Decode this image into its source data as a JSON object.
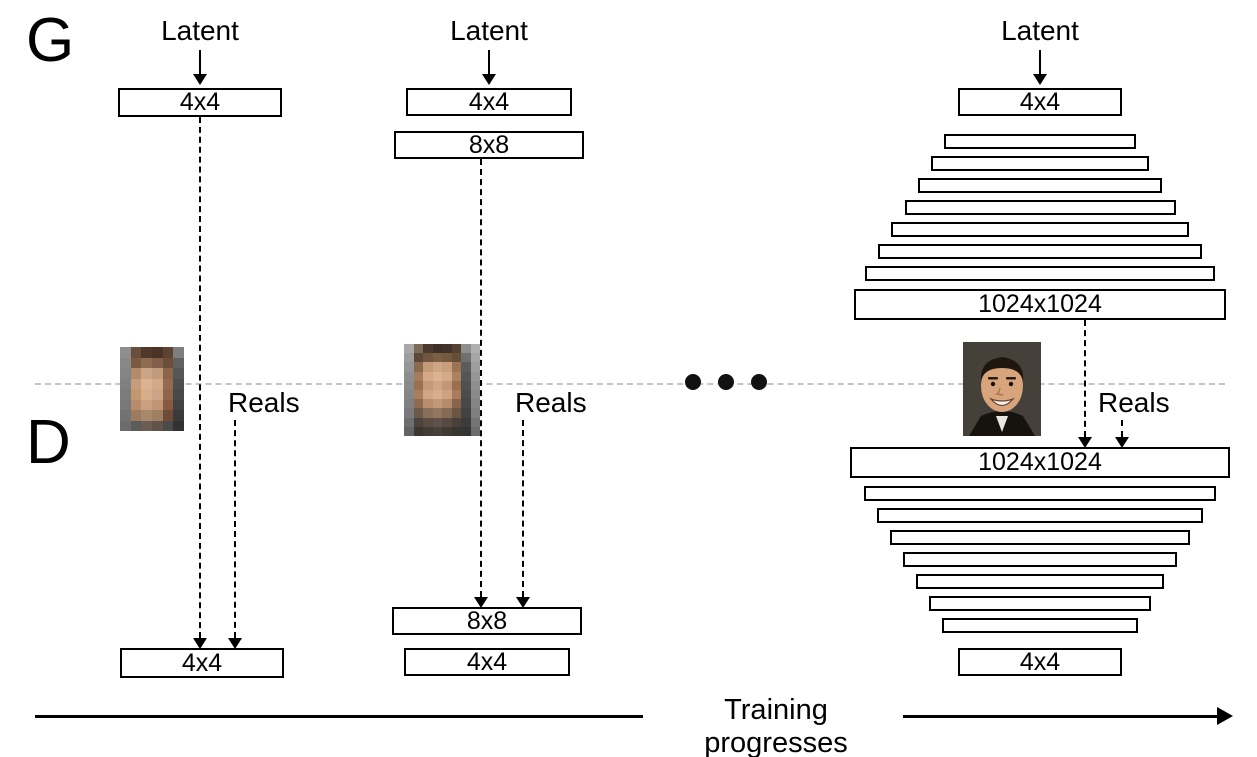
{
  "figure": {
    "generator_label": "G",
    "discriminator_label": "D",
    "latent_label": "Latent",
    "reals_label": "Reals",
    "training_label": "Training progresses"
  },
  "stage1": {
    "g_boxes": [
      "4x4"
    ],
    "d_boxes": [
      "4x4"
    ]
  },
  "stage2": {
    "g_boxes": [
      "4x4",
      "8x8"
    ],
    "d_boxes": [
      "8x8",
      "4x4"
    ]
  },
  "stage3": {
    "g_top_box": "4x4",
    "g_bottom_box": "1024x1024",
    "d_top_box": "1024x1024",
    "d_bottom_box": "4x4",
    "g_hidden_layers": 7,
    "d_hidden_layers": 7
  },
  "ellipsis": {
    "dot_count": 3
  },
  "colors": {
    "line": "#000000",
    "separator": "#c4c4c4",
    "box_fill": "#ffffff",
    "dot": "#111111"
  },
  "faces": {
    "fake_4x4": {
      "cols": 6,
      "rows": 8,
      "pixels": [
        [
          "#8e8e8e",
          "#6a503c",
          "#52382a",
          "#4a3426",
          "#5c4430",
          "#7e7e7e"
        ],
        [
          "#888888",
          "#7c5a42",
          "#8e6c50",
          "#80604a",
          "#6e4e38",
          "#606060"
        ],
        [
          "#848484",
          "#b48a68",
          "#cca486",
          "#c29a7c",
          "#8c6448",
          "#565656"
        ],
        [
          "#808080",
          "#c69c7c",
          "#dab494",
          "#d2aa88",
          "#966a4c",
          "#4e4e4e"
        ],
        [
          "#7c7c7c",
          "#c2986e",
          "#d6ae8c",
          "#cca486",
          "#906448",
          "#484848"
        ],
        [
          "#787878",
          "#b68c6c",
          "#caa080",
          "#c09476",
          "#865a40",
          "#424242"
        ],
        [
          "#727272",
          "#9c7c60",
          "#aa886c",
          "#a07e62",
          "#6e4c38",
          "#3a3a3a"
        ],
        [
          "#6c6c6c",
          "#5c5c5c",
          "#6c5c52",
          "#62524c",
          "#4a4a4a",
          "#323232"
        ]
      ]
    },
    "fake_8x8": {
      "cols": 8,
      "rows": 10,
      "pixels": [
        [
          "#a8a8a8",
          "#7c6a58",
          "#4a3a2e",
          "#3e3026",
          "#42332a",
          "#55422f",
          "#8e8e8e",
          "#b0b0b0"
        ],
        [
          "#9e9e9e",
          "#5c4836",
          "#6e563f",
          "#7a5f46",
          "#74593f",
          "#64503a",
          "#6f6f6f",
          "#a6a6a6"
        ],
        [
          "#969696",
          "#8a6a4d",
          "#c39a78",
          "#cfa685",
          "#c89f7d",
          "#9c7354",
          "#5c5c5c",
          "#9e9e9e"
        ],
        [
          "#8e8e8e",
          "#a57c5c",
          "#d2a988",
          "#dcb291",
          "#d3aa87",
          "#ab8160",
          "#565656",
          "#969696"
        ],
        [
          "#8a8a8a",
          "#9a7050",
          "#c59878",
          "#d0a484",
          "#c2967a",
          "#9a6f50",
          "#505050",
          "#8e8e8e"
        ],
        [
          "#868686",
          "#a97e5e",
          "#d0a585",
          "#d9ad8c",
          "#cda283",
          "#a87c5c",
          "#4c4c4c",
          "#8a8a8a"
        ],
        [
          "#808080",
          "#8f6a4e",
          "#b98e6e",
          "#c2987a",
          "#b68a6c",
          "#8a6448",
          "#484848",
          "#848484"
        ],
        [
          "#7a7a7a",
          "#6a5a4c",
          "#8a6f58",
          "#93765e",
          "#876a54",
          "#6b5644",
          "#424242",
          "#7e7e7e"
        ],
        [
          "#6e6e6e",
          "#4c443c",
          "#5a4c42",
          "#60524a",
          "#584a42",
          "#4a4038",
          "#3c3c3c",
          "#747474"
        ],
        [
          "#646464",
          "#3a3632",
          "#423c36",
          "#46403a",
          "#403a34",
          "#383430",
          "#343434",
          "#6c6c6c"
        ]
      ]
    },
    "real_photo": {
      "background": "#45403a",
      "hair": "#1f160e",
      "skin": "#d7a47c",
      "eyes": "#1a110b",
      "brows": "#2a1c10",
      "mouth_outline": "#6b4530",
      "teeth": "#f5f2ee",
      "suit": "#16120e",
      "shirt": "#e9e5df"
    }
  }
}
